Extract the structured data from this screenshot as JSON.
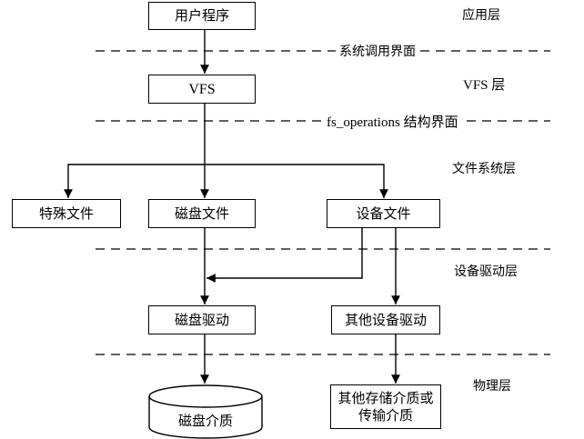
{
  "layers": {
    "application": "应用层",
    "vfs": "VFS 层",
    "filesystem": "文件系统层",
    "device_driver": "设备驱动层",
    "physical": "物理层"
  },
  "interfaces": {
    "syscall": "系统调用界面",
    "fs_operations": "fs_operations 结构界面"
  },
  "nodes": {
    "user_program": "用户程序",
    "vfs": "VFS",
    "special_file": "特殊文件",
    "disk_file": "磁盘文件",
    "device_file": "设备文件",
    "disk_driver": "磁盘驱动",
    "other_device_driver": "其他设备驱动",
    "other_storage_line1": "其他存储介质或",
    "other_storage_line2": "传输介质",
    "disk_medium": "磁盘介质"
  }
}
